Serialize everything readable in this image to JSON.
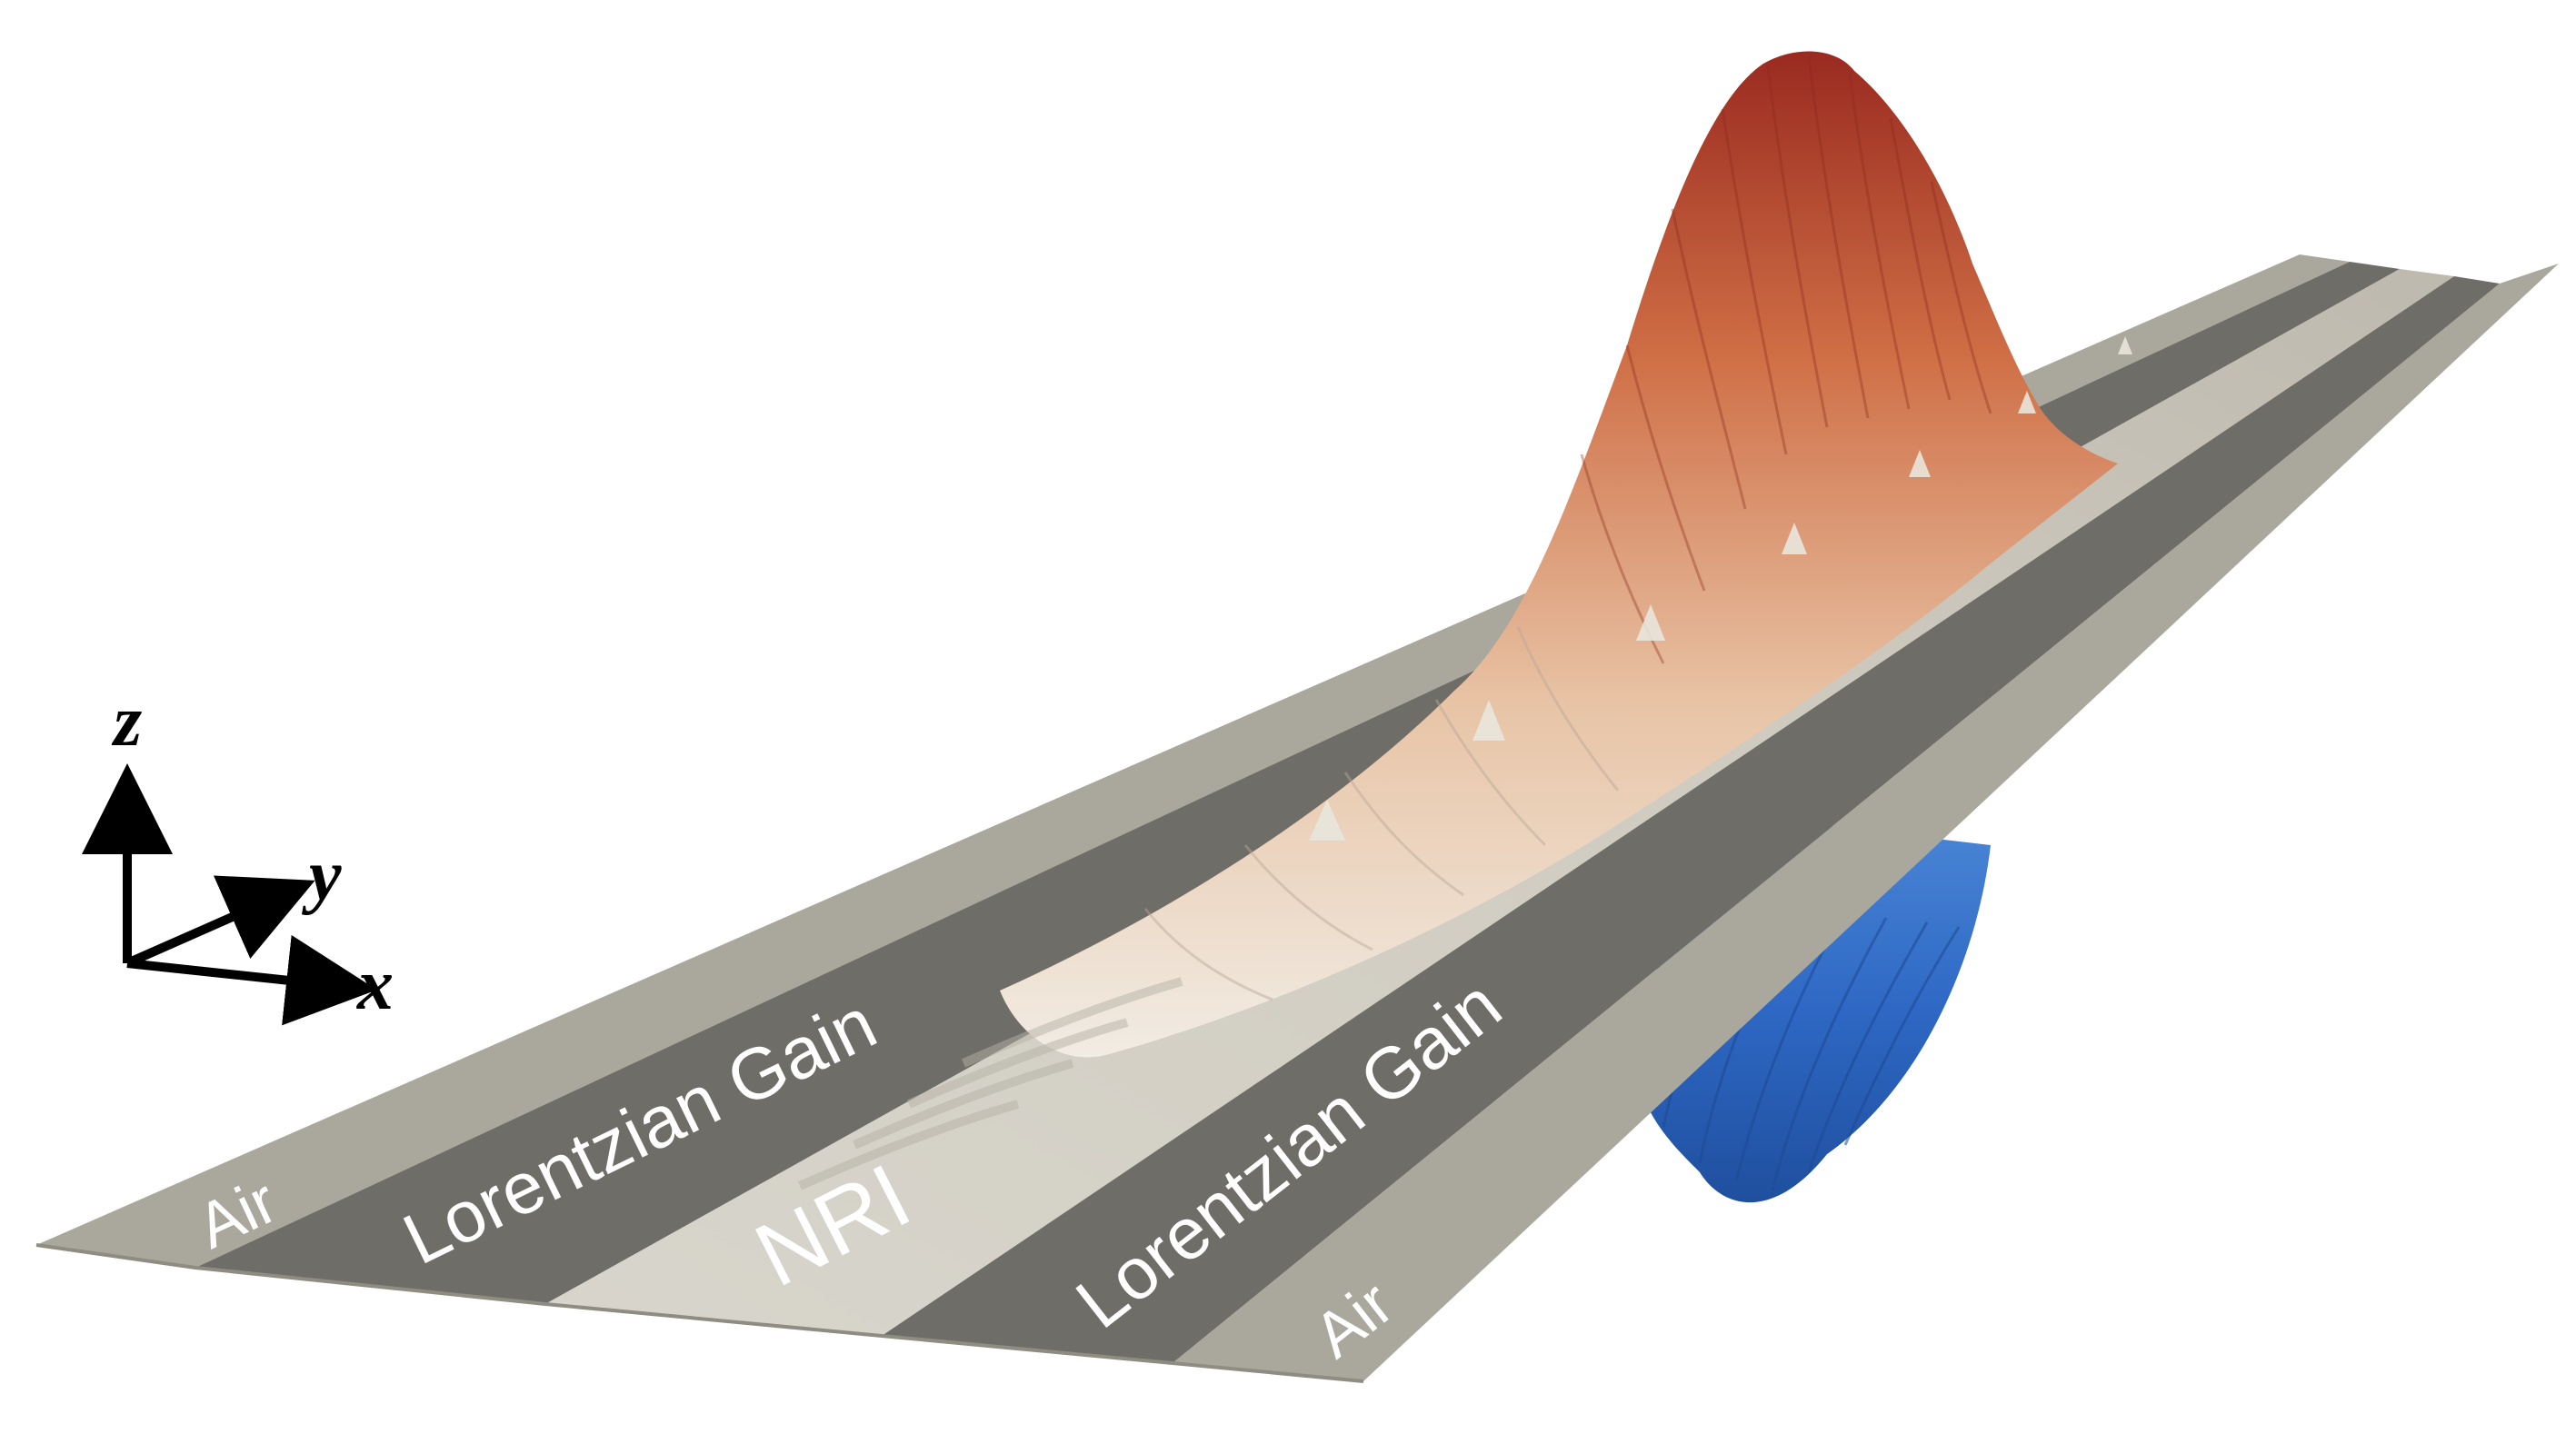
{
  "labels": {
    "air_left": "Air",
    "gain_left": "Lorentzian Gain",
    "core": "NRI",
    "gain_right": "Lorentzian Gain",
    "air_right": "Air"
  },
  "axes": {
    "z": "z",
    "y": "y",
    "x": "x"
  },
  "colors": {
    "air": "#aaa79c",
    "gain": "#6e6c66",
    "core": "#c9c6bb",
    "field_positive": "#a52f22",
    "field_neutral": "#eeeae3",
    "field_negative": "#2f63b7",
    "axis": "#000000"
  }
}
